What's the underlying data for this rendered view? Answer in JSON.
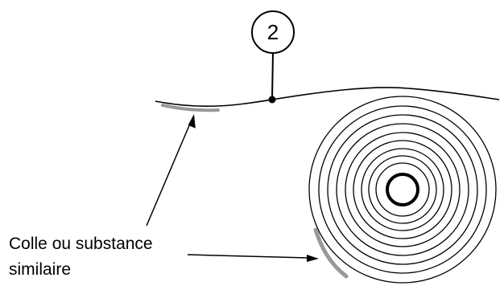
{
  "callout": {
    "number": "2"
  },
  "label": {
    "line1": "Colle ou substance",
    "line2": "similaire"
  },
  "colors": {
    "line": "#000000",
    "glue": "#999999",
    "background": "#ffffff"
  }
}
